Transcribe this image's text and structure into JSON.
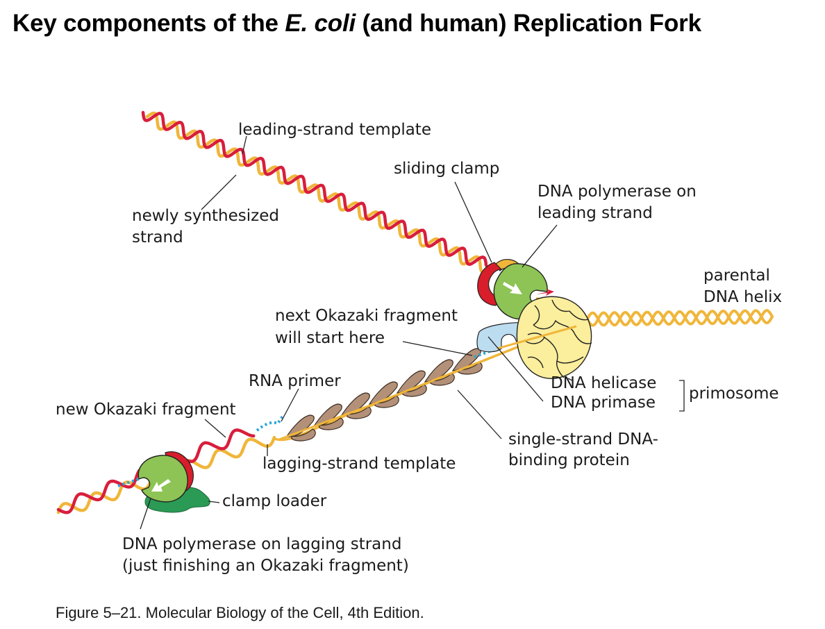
{
  "title": {
    "part1": "Key components of the ",
    "italic": "E. coli",
    "part2": " (and human) Replication Fork"
  },
  "labels": {
    "leading_strand_template": "leading-strand template",
    "newly_synthesized_1": "newly synthesized",
    "newly_synthesized_2": "strand",
    "sliding_clamp": "sliding clamp",
    "pol_leading_1": "DNA polymerase on",
    "pol_leading_2": "leading strand",
    "parental_1": "parental",
    "parental_2": "DNA helix",
    "next_okazaki_1": "next Okazaki fragment",
    "next_okazaki_2": "will start here",
    "rna_primer": "RNA primer",
    "dna_helicase": "DNA helicase",
    "dna_primase": "DNA primase",
    "primosome": "primosome",
    "new_okazaki": "new Okazaki fragment",
    "ssb_1": "single-strand DNA-",
    "ssb_2": "binding protein",
    "lagging_template": "lagging-strand template",
    "clamp_loader": "clamp loader",
    "pol_lagging_1": "DNA polymerase on lagging strand",
    "pol_lagging_2": "(just finishing an Okazaki fragment)"
  },
  "caption": "Figure 5–21. Molecular Biology of the Cell, 4th Edition.",
  "colors": {
    "template_strand": "#f0b63a",
    "new_strand": "#d81e3c",
    "rna_primer": "#2aa6d8",
    "polymerase": "#8dc455",
    "helicase": "#fbee9c",
    "primase": "#bcdcf0",
    "ssb": "#b39078",
    "clamp_loader": "#2a9a55",
    "sliding_clamp": "#d81e2a"
  }
}
